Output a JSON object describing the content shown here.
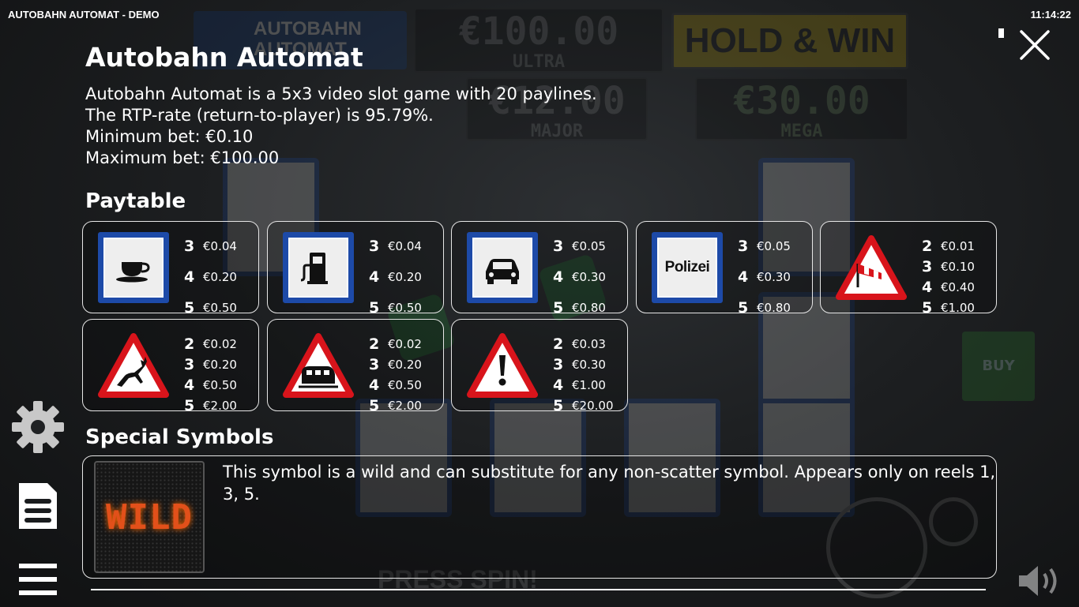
{
  "header": {
    "app_title": "AUTOBAHN AUTOMAT - DEMO",
    "clock": "11:14:22"
  },
  "background": {
    "autobahn_sign": "AUTOBAHN AUTOMAT",
    "jackpot_ultra_value": "€100.00",
    "jackpot_ultra_label": "ULTRA",
    "jackpot_mega_value": "€30.00",
    "jackpot_mega_label": "MEGA",
    "jackpot_major_value": "€12.00",
    "jackpot_major_label": "MAJOR",
    "hold_win": "HOLD & WIN",
    "buy_label": "BUY",
    "press_spin": "PRESS SPIN!"
  },
  "info": {
    "title": "Autobahn Automat",
    "intro": [
      "Autobahn Automat is a 5x3 video slot game with 20 paylines.",
      "The RTP-rate (return-to-player) is 95.79%.",
      "Minimum bet: €0.10",
      "Maximum bet: €100.00"
    ],
    "paytable_title": "Paytable",
    "paytable": [
      {
        "symbol": "cup-icon",
        "pays": [
          {
            "n": "3",
            "v": "€0.04"
          },
          {
            "n": "4",
            "v": "€0.20"
          },
          {
            "n": "5",
            "v": "€0.50"
          }
        ]
      },
      {
        "symbol": "fuel-pump-icon",
        "pays": [
          {
            "n": "3",
            "v": "€0.04"
          },
          {
            "n": "4",
            "v": "€0.20"
          },
          {
            "n": "5",
            "v": "€0.50"
          }
        ]
      },
      {
        "symbol": "car-icon",
        "pays": [
          {
            "n": "3",
            "v": "€0.05"
          },
          {
            "n": "4",
            "v": "€0.30"
          },
          {
            "n": "5",
            "v": "€0.80"
          }
        ]
      },
      {
        "symbol": "polizei-icon",
        "label": "Polizei",
        "pays": [
          {
            "n": "3",
            "v": "€0.05"
          },
          {
            "n": "4",
            "v": "€0.30"
          },
          {
            "n": "5",
            "v": "€0.80"
          }
        ]
      },
      {
        "symbol": "windsock-icon",
        "pays": [
          {
            "n": "2",
            "v": "€0.01"
          },
          {
            "n": "3",
            "v": "€0.10"
          },
          {
            "n": "4",
            "v": "€0.40"
          },
          {
            "n": "5",
            "v": "€1.00"
          }
        ]
      },
      {
        "symbol": "deer-icon",
        "pays": [
          {
            "n": "2",
            "v": "€0.02"
          },
          {
            "n": "3",
            "v": "€0.20"
          },
          {
            "n": "4",
            "v": "€0.50"
          },
          {
            "n": "5",
            "v": "€2.00"
          }
        ]
      },
      {
        "symbol": "train-icon",
        "pays": [
          {
            "n": "2",
            "v": "€0.02"
          },
          {
            "n": "3",
            "v": "€0.20"
          },
          {
            "n": "4",
            "v": "€0.50"
          },
          {
            "n": "5",
            "v": "€2.00"
          }
        ]
      },
      {
        "symbol": "exclamation-icon",
        "pays": [
          {
            "n": "2",
            "v": "€0.03"
          },
          {
            "n": "3",
            "v": "€0.30"
          },
          {
            "n": "4",
            "v": "€1.00"
          },
          {
            "n": "5",
            "v": "€20.00"
          }
        ]
      }
    ],
    "special_title": "Special Symbols",
    "wild_label": "WILD",
    "wild_description": "This symbol is a wild and can substitute for any non-scatter symbol. Appears only on reels 1, 3, 5."
  },
  "colors": {
    "sign_blue": "#1d4aa8",
    "warning_red": "#d8141b",
    "wild_orange": "#e2501a",
    "text": "#ffffff"
  }
}
